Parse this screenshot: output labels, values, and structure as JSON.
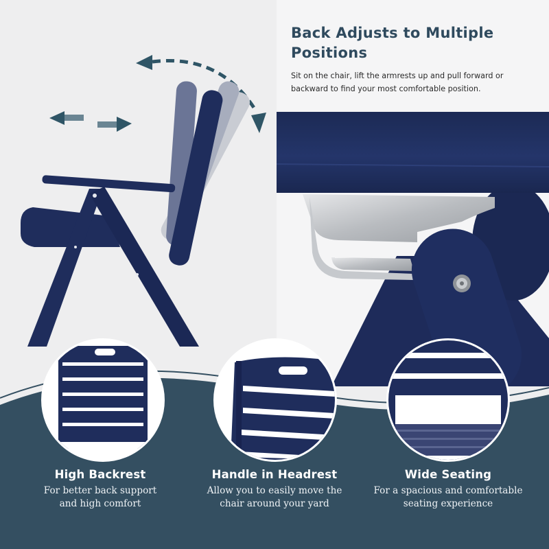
{
  "header": {
    "title": "Back Adjusts to Multiple Positions",
    "description": "Sit on the chair, lift the armrests up and pull forward or backward to find your most comfortable position."
  },
  "illustration": {
    "subject": "folding chair side view with reclining backrest positions",
    "icons": [
      "curved-dashed-double-arrow-icon",
      "horizontal-double-arrow-icon"
    ]
  },
  "closeup": {
    "subject": "armrest hinge with stainless steel notched bracket"
  },
  "features": [
    {
      "title": "High Backrest",
      "description_line1": "For better back support",
      "description_line2": "and high comfort"
    },
    {
      "title": "Handle in Headrest",
      "description_line1": "Allow you to easily move the",
      "description_line2": "chair around your yard"
    },
    {
      "title": "Wide Seating",
      "description_line1": "For a spacious and comfortable",
      "description_line2": "seating experience"
    }
  ],
  "colors": {
    "navy": "#1f2d5c",
    "teal_dark": "#344f61",
    "heading": "#2f4a5e",
    "bg_left": "#eeeeef",
    "bg_right": "#f5f5f6",
    "arrow": "#2f5566"
  }
}
